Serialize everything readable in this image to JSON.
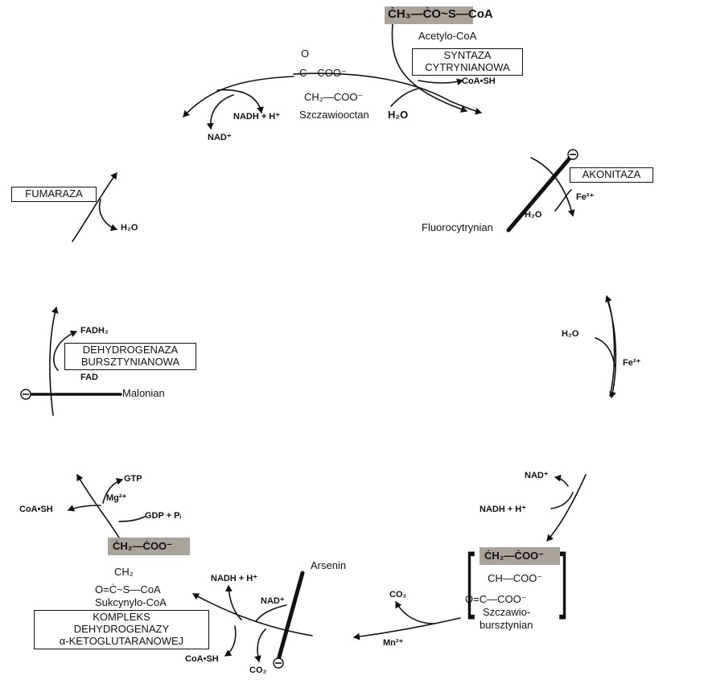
{
  "colors": {
    "ink": "#111111",
    "shade": "#a9a49b",
    "background": "#ffffff"
  },
  "top": {
    "acetyl_formula": "ĊH₃—ĊO~S—CoA",
    "acetyl_name": "Acetylo-CoA",
    "syntaza": [
      "SYNTAZA",
      "CYTRYNIANOWA"
    ],
    "coa_sh": "CoA•SH",
    "h2o": "H₂O",
    "oxalo_o": "O",
    "oxalo_line1": "C—COO⁻",
    "oxalo_line2": "CH₂—COO⁻",
    "oxalo_name": "Szczawiooctan",
    "nadh": "NADH + H⁺",
    "nad": "NAD⁺"
  },
  "right": {
    "akonitaza": "AKONITAZA",
    "fe_a": "Fe²⁺",
    "h2o_a": "H₂O",
    "fluoro": "Fluorocytrynian",
    "h2o_b": "H₂O",
    "fe_b": "Fe²⁺"
  },
  "left": {
    "fumaraza": "FUMARAZA",
    "h2o_f": "H₂O",
    "fadh2": "FADH₂",
    "sdh": [
      "DEHYDROGENAZA",
      "BURSZTYNIANOWA"
    ],
    "fad": "FAD",
    "malonian": "Malonian"
  },
  "bottom_right": {
    "nad": "NAD⁺",
    "nadh": "NADH + H⁺",
    "line1": "ĊH₂—ĊOO⁻",
    "line2": "CH—COO⁻",
    "line3": "O=C—COO⁻",
    "name1": "Szczawio-",
    "name2": "bursztynian",
    "co2": "CO₂",
    "mn": "Mn²⁺"
  },
  "bottom_left": {
    "gtp": "GTP",
    "mg": "Mg²⁺",
    "coa_sh": "CoA•SH",
    "gdp": "GDP + Pᵢ",
    "succ_line1": "ĊH₂—ĊOO⁻",
    "succ_line2": "CH₂",
    "succ_line3": "O=Ċ~S—CoA",
    "succ_name": "Sukcynylo-CoA",
    "complex": [
      "KOMPLEKS",
      "DEHYDROGENAZY",
      "α-KETOGLUTARANOWEJ"
    ],
    "nadh": "NADH + H⁺",
    "nad": "NAD⁺",
    "coa_sh2": "CoA•SH",
    "co2": "CO₂",
    "arsenin": "Arsenin"
  }
}
